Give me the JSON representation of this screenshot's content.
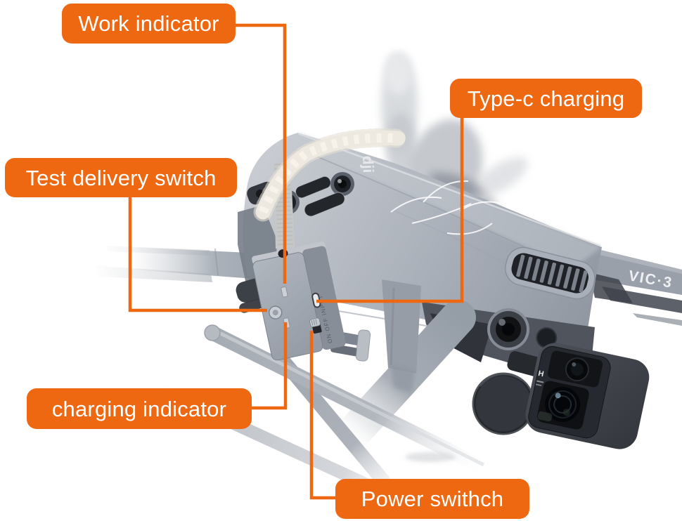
{
  "page": {
    "background": "#ffffff",
    "description": "Annotated product photo of a payload air-drop device mounted on a gray DJI Mavic 3 style drone"
  },
  "annotations": {
    "style": {
      "label_bg": "#ee6711",
      "label_text_color": "#ffffff",
      "leader_line_color": "#ee6711"
    },
    "labels": [
      {
        "id": "work-indicator",
        "text": "Work indicator"
      },
      {
        "id": "type-c-charging",
        "text": "Type-c charging"
      },
      {
        "id": "test-delivery-switch",
        "text": "Test delivery switch"
      },
      {
        "id": "charging-indicator",
        "text": "charging indicator"
      },
      {
        "id": "power-switch",
        "text": "Power swithch"
      }
    ]
  },
  "photo": {
    "drone_arm_text": "VIC·3",
    "drone_top_logo": "dji",
    "camera_logo_text": "H",
    "device_side_text": "ON   OFF   INPUT"
  }
}
